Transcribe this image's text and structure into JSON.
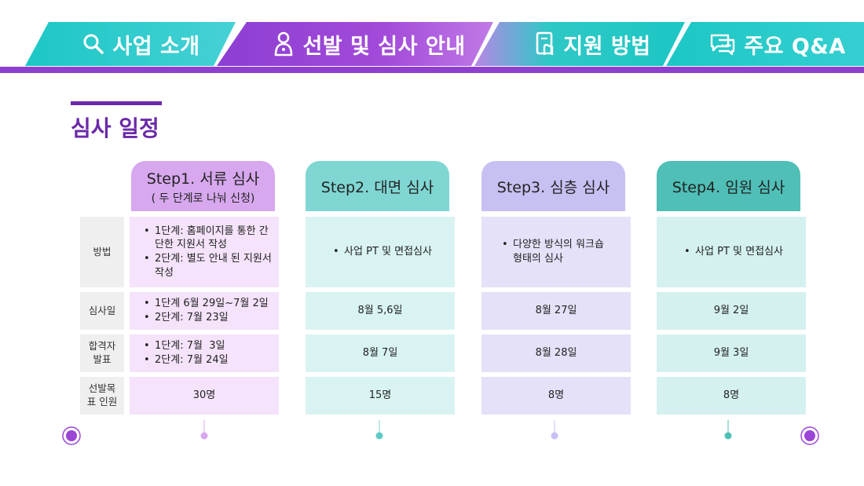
{
  "tabs": [
    {
      "label": "사업 소개",
      "icon": "search-icon"
    },
    {
      "label": "선발 및 심사 안내",
      "icon": "person-lock-icon",
      "active": true
    },
    {
      "label": "지원 방법",
      "icon": "document-hand-icon"
    },
    {
      "label": "주요 Q&A",
      "icon": "chat-icon"
    }
  ],
  "colors": {
    "tab_teal": "#1cc7c4",
    "tab_purple": "#9b45d6",
    "bar_purple": "#8e3fd0",
    "title_purple": "#6a2aa8",
    "step1": "#d7a8ee",
    "step2": "#7fd6d3",
    "step3": "#c7c0f2",
    "step4": "#4fbfb7",
    "cell1": "#f4e3fa",
    "cell2": "#d9f3f3",
    "cell3": "#e4e1f8",
    "cell4": "#d4f1f0"
  },
  "section": {
    "title": "심사 일정"
  },
  "steps": [
    {
      "title": "Step1. 서류 심사",
      "subtitle": "( 두 단계로 나눠 신청)"
    },
    {
      "title": "Step2. 대면 심사",
      "subtitle": ""
    },
    {
      "title": "Step3. 심층 심사",
      "subtitle": ""
    },
    {
      "title": "Step4. 임원 심사",
      "subtitle": ""
    }
  ],
  "rows": [
    {
      "label": "방법"
    },
    {
      "label": "심사일"
    },
    {
      "label": "합격자 발표"
    },
    {
      "label": "선발목표 인원"
    }
  ],
  "cells": {
    "method": [
      [
        "1단계: 홈페이지를 통한 간단한 지원서 작성",
        "2단계: 별도 안내 된 지원서 작성"
      ],
      [
        "사업 PT 및 면접심사"
      ],
      [
        "다양한 방식의 워크숍 형태의 심사"
      ],
      [
        "사업 PT 및 면접심사"
      ]
    ],
    "date": [
      [
        "1단계 6월 29일~7월 2일",
        "2단계: 7월 23일"
      ],
      "8월 5,6일",
      "8월 27일",
      "9월 2일"
    ],
    "announce": [
      [
        "1단계: 7월  3일",
        "2단계: 7월 24일"
      ],
      "8월 7일",
      "8월 28일",
      "9월 3일"
    ],
    "target": [
      "30명",
      "15명",
      "8명",
      "8명"
    ]
  }
}
